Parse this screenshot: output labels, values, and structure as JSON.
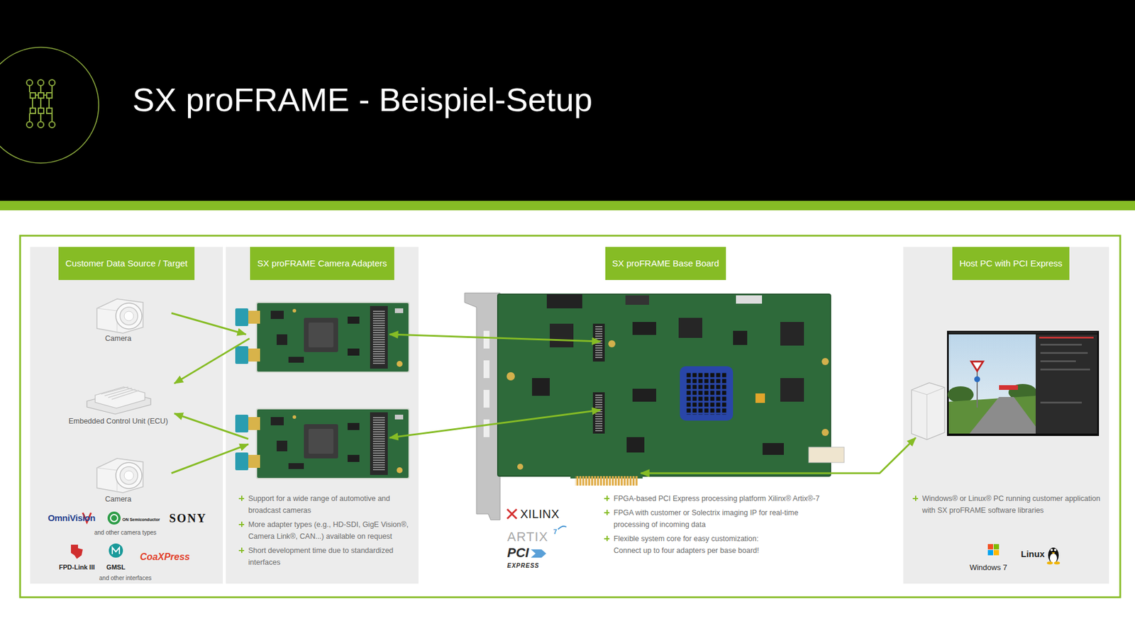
{
  "diagram": {
    "title": "SX proFRAME - Beispiel-Setup",
    "nodes": [
      {
        "text": [
          "Customer Data Source / Target"
        ]
      },
      {
        "text": [
          "Camera"
        ],
        "in": 0
      },
      {
        "text": [
          "Embedded Control Unit (ECU)"
        ],
        "in": 0
      },
      {
        "text": [
          "Camera"
        ],
        "in": 0
      },
      {
        "text": [
          "SX proFRAME Camera Adapters",
          "Support for a wide range of automotive and broadcast cameras",
          "More adapter types (e.g., HD-SDI, GigE Vision®, Camera Link®, CAN...) available on request",
          "Short development time due to standardized interfaces"
        ]
      },
      {
        "text": [
          "SX proFRAME Base Board",
          "FPGA-based PCI Express processing platform Xilinx® Artix®-7",
          "FPGA with customer or Solectrix imaging IP for real-time processing of incoming data",
          "Flexible system core for easy customization: Connect up to four adapters per base board!"
        ]
      },
      {
        "text": [
          "Host PC with PCI Express",
          "Windows® or Linux® PC running customer application with SX proFRAME software libraries"
        ]
      }
    ],
    "edges": [
      {
        "from": 1,
        "to": 4,
        "arrow": "to"
      },
      {
        "from": 4,
        "to": 2,
        "arrow": "to"
      },
      {
        "from": 4,
        "to": 2,
        "arrow": "to"
      },
      {
        "from": 3,
        "to": 4,
        "arrow": "to"
      },
      {
        "from": 4,
        "to": 5,
        "arrow": "both"
      },
      {
        "from": 4,
        "to": 5,
        "arrow": "both"
      },
      {
        "from": 5,
        "to": 6,
        "arrow": "both"
      }
    ],
    "labels": [
      "OmniVision",
      "ON Semiconductor",
      "SONY",
      "and other camera types",
      "FPD-Link III",
      "GMSL",
      "CoaXPress",
      "and other interfaces",
      "XILINX",
      "ARTIX",
      "7",
      "PCI",
      "EXPRESS",
      "Windows 7",
      "Linux"
    ]
  }
}
